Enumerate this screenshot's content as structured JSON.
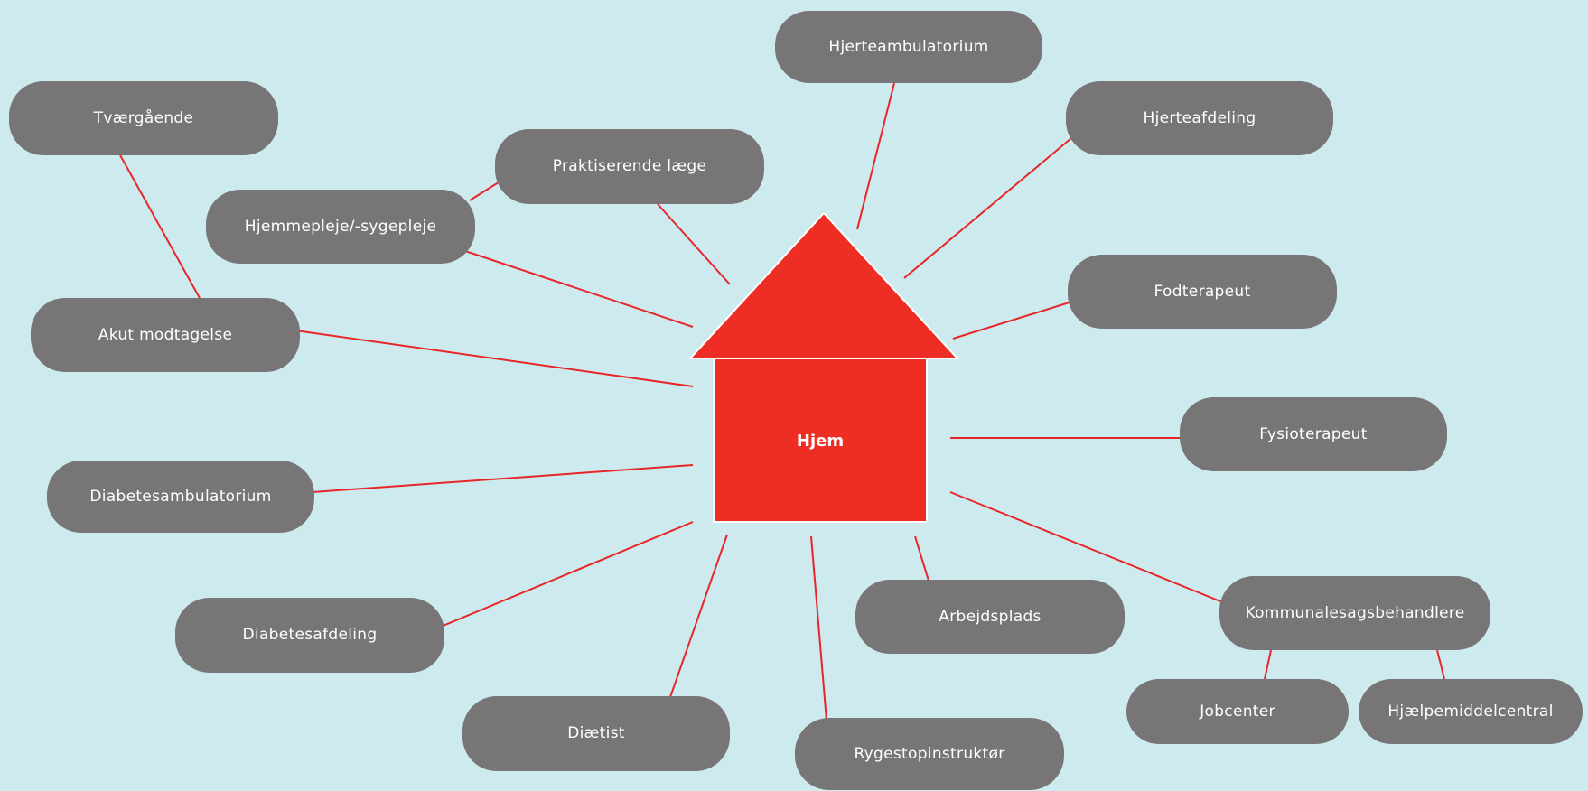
{
  "center": {
    "label": "Hjem",
    "color": "#ee2e24"
  },
  "colors": {
    "background": "#cdebef",
    "node": "#777575",
    "connector": "#e8262a"
  },
  "nodes": {
    "hjerteambulatorium": "Hjerteambulatorium",
    "hjerteafdeling": "Hjerteafdeling",
    "tvaergaende": "Tværgående",
    "praktiserende_laege": "Praktiserende læge",
    "hjemmepleje": "Hjemmepleje/-sygepleje",
    "fodterapeut": "Fodterapeut",
    "akut_modtagelse": "Akut modtagelse",
    "fysioterapeut": "Fysioterapeut",
    "diabetesambulatorium": "Diabetesambulatorium",
    "diabetesafdeling": "Diabetesafdeling",
    "arbejdsplads": "Arbejdsplads",
    "kommunale_line1": "Kommunale",
    "kommunale_line2": "sagsbehandlere",
    "jobcenter": "Jobcenter",
    "hjaelpemiddelcentral": "Hjælpemiddelcentral",
    "diaetist": "Diætist",
    "rygestopinstruktor": "Rygestopinstruktør"
  }
}
